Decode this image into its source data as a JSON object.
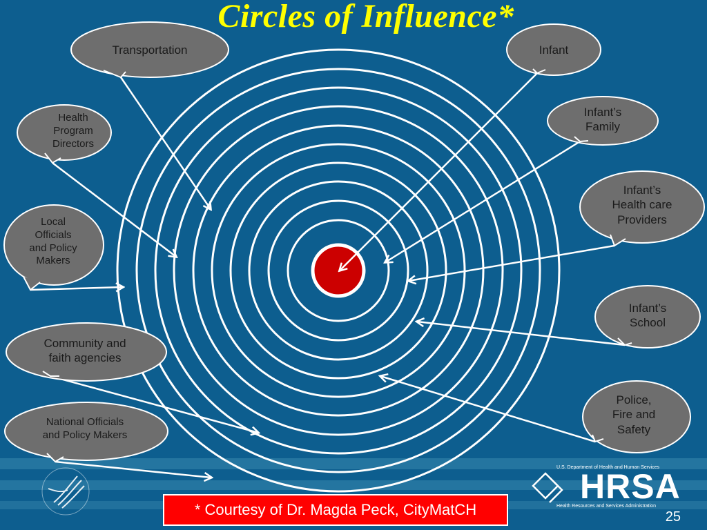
{
  "title": "Circles of Influence*",
  "colors": {
    "background": "#0d5e8f",
    "stripe_light": "#2f7fa7",
    "rings": "#ffffff",
    "center": "#cc0000",
    "bubble": "#6e6e6e",
    "courtesy_bg": "#ff0000",
    "title": "#ffff00"
  },
  "bubbles": [
    {
      "id": "transportation",
      "label": "Transportation"
    },
    {
      "id": "infant",
      "label": "Infant"
    },
    {
      "id": "health-program-directors",
      "label": "Health\nProgram\nDirectors"
    },
    {
      "id": "infants-family",
      "label": "Infant’s\nFamily"
    },
    {
      "id": "local-officials",
      "label": "Local\nOfficials\nand Policy\nMakers"
    },
    {
      "id": "health-care-providers",
      "label": "Infant’s\nHealth care\nProviders"
    },
    {
      "id": "infants-school",
      "label": "Infant’s\nSchool"
    },
    {
      "id": "community-faith",
      "label": "Community and\nfaith agencies"
    },
    {
      "id": "police-fire",
      "label": "Police,\nFire and\nSafety"
    },
    {
      "id": "national-officials",
      "label": "National Officials\nand Policy Makers"
    }
  ],
  "courtesy": "* Courtesy of Dr. Magda Peck, CityMatCH",
  "page_number": "25",
  "logo": {
    "hhs_icon": "hhs-eagle-icon",
    "hrsa_top": "U.S. Department of Health and Human Services",
    "hrsa_text": "HRSA",
    "hrsa_bottom": "Health Resources and Services Administration"
  }
}
